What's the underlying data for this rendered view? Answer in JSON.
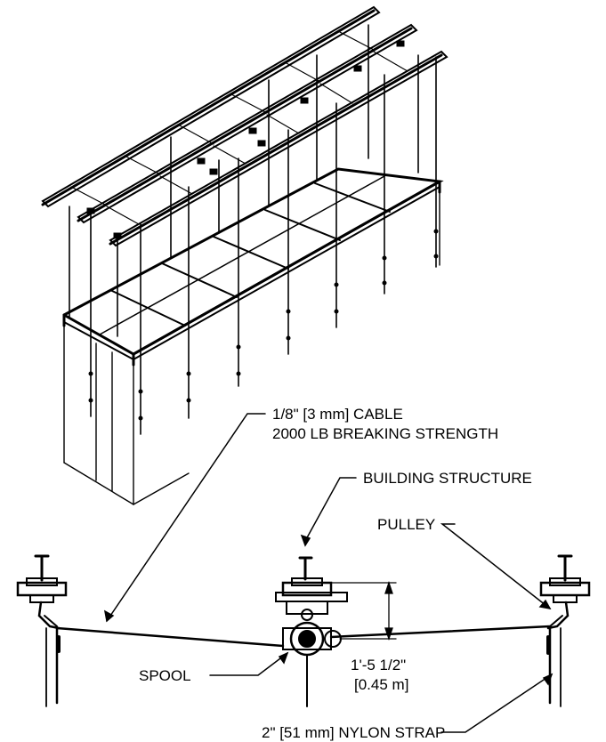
{
  "callouts": {
    "cable_line1": "1/8\" [3 mm] CABLE",
    "cable_line2": "2000 LB BREAKING STRENGTH",
    "building": "BUILDING STRUCTURE",
    "pulley": "PULLEY",
    "spool": "SPOOL",
    "dim_imperial": "1'-5 1/2\"",
    "dim_metric": "[0.45 m]",
    "strap": "2\" [51 mm] NYLON STRAP"
  },
  "colors": {
    "ink": "#000000",
    "paper": "#ffffff"
  }
}
